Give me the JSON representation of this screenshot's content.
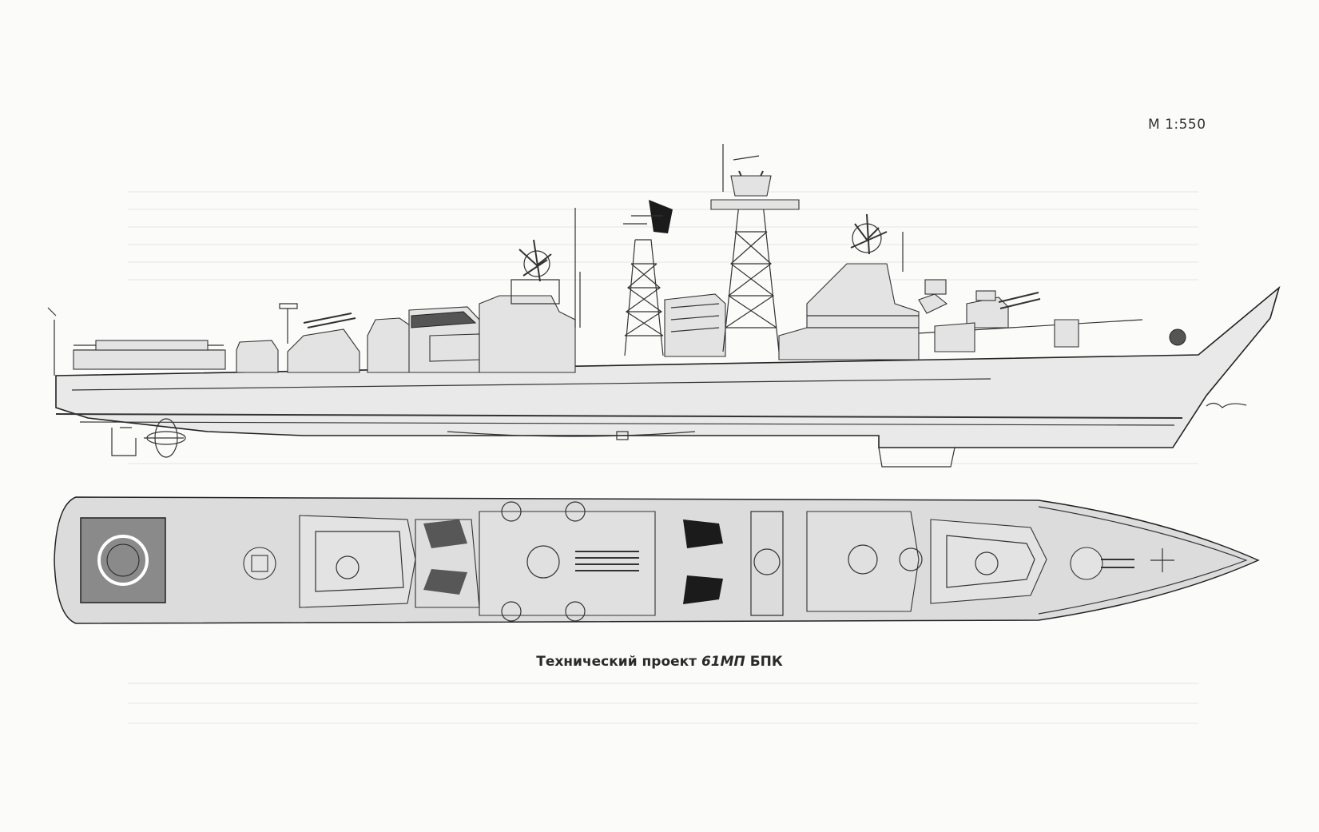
{
  "scale": "М 1:550",
  "caption": {
    "prefix": "Технический проект ",
    "project": "61МП",
    "suffix": " БПК"
  },
  "colors": {
    "paper": "#fbfbfa",
    "line": "#333333",
    "fill_light": "#e3e3e3",
    "fill_dark": "#1b1b1b"
  },
  "views": [
    "side-profile",
    "top-plan"
  ]
}
